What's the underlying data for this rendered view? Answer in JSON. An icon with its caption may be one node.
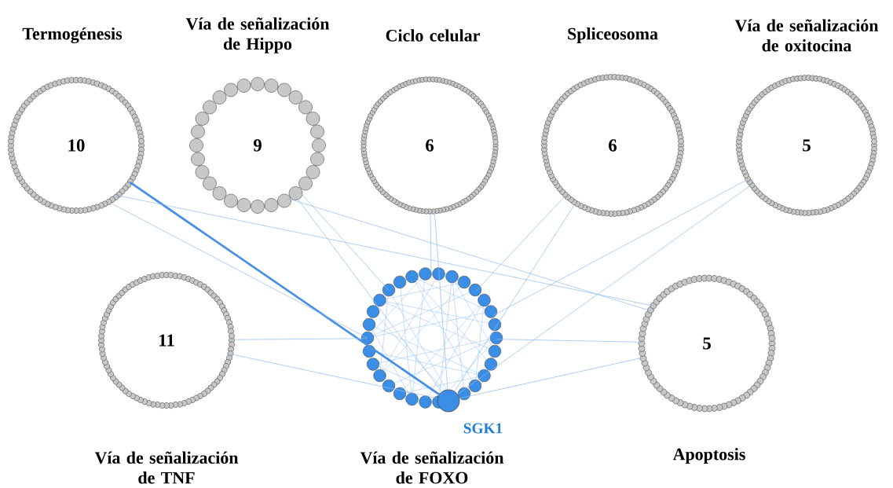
{
  "diagram": {
    "nodes": [
      {
        "text": [
          "Termogénesis",
          "10"
        ]
      },
      {
        "text": [
          "Vía de señalización de Hippo",
          "9"
        ]
      },
      {
        "text": [
          "Ciclo celular",
          "6"
        ]
      },
      {
        "text": [
          "Spliceosoma",
          "6"
        ]
      },
      {
        "text": [
          "Vía de señalización de oxitocina",
          "5"
        ]
      },
      {
        "text": [
          "11",
          "Vía de señalización de TNF"
        ]
      },
      {
        "text": [
          "Vía de señalización de FOXO"
        ]
      },
      {
        "text": [
          "SGK1"
        ],
        "in": 6
      },
      {
        "text": [
          "5",
          "Apoptosis"
        ]
      }
    ],
    "edges": [
      {
        "from": 0,
        "to": 7,
        "arrow": "none",
        "style": "thick",
        "color": "#4a90e2"
      },
      {
        "from": 0,
        "to": 6,
        "arrow": "none"
      },
      {
        "from": 0,
        "to": 8,
        "arrow": "none"
      },
      {
        "from": 1,
        "to": 6,
        "arrow": "none"
      },
      {
        "from": 1,
        "to": 7,
        "arrow": "none"
      },
      {
        "from": 1,
        "to": 8,
        "arrow": "none"
      },
      {
        "from": 2,
        "to": 6,
        "arrow": "none"
      },
      {
        "from": 2,
        "to": 7,
        "arrow": "none"
      },
      {
        "from": 3,
        "to": 6,
        "arrow": "none"
      },
      {
        "from": 3,
        "to": 7,
        "arrow": "none"
      },
      {
        "from": 4,
        "to": 6,
        "arrow": "none"
      },
      {
        "from": 4,
        "to": 7,
        "arrow": "none"
      },
      {
        "from": 5,
        "to": 6,
        "arrow": "none"
      },
      {
        "from": 5,
        "to": 7,
        "arrow": "none"
      },
      {
        "from": 8,
        "to": 6,
        "arrow": "none"
      },
      {
        "from": 8,
        "to": 7,
        "arrow": "none"
      }
    ]
  }
}
